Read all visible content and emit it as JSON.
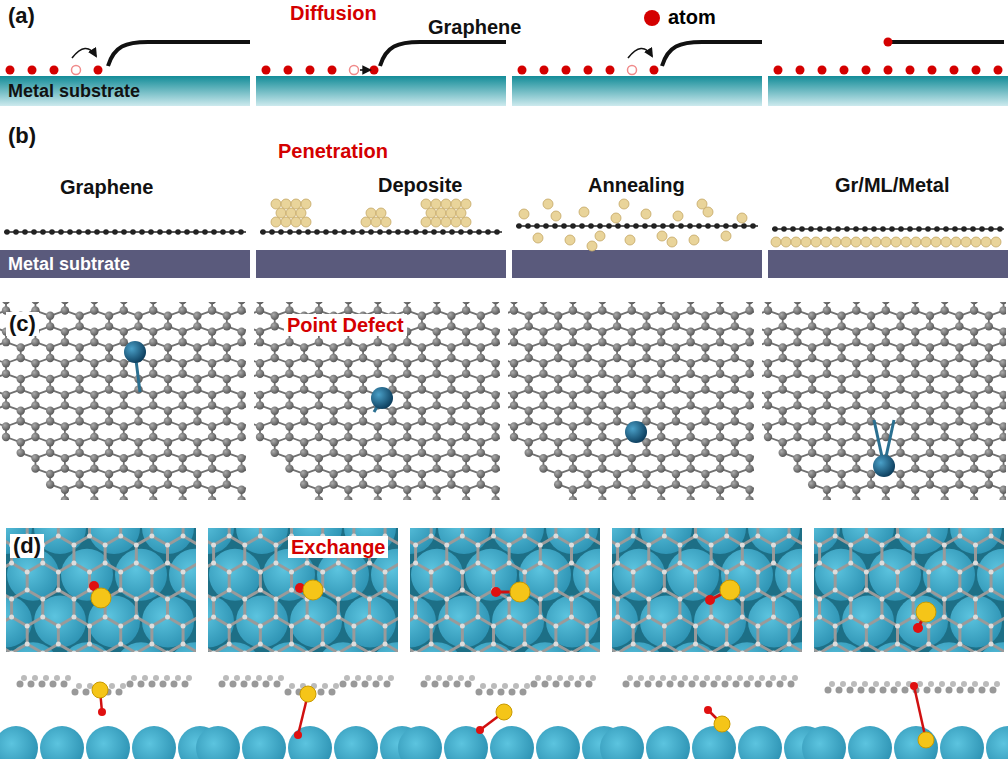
{
  "diagram": {
    "nodes": [
      {
        "text": [
          "Metal substrate"
        ]
      },
      {
        "text": [
          "Metal subtrate"
        ]
      }
    ],
    "labels": [
      "(a)",
      "Diffusion",
      "Graphene",
      "(b)",
      "Penetration",
      "Graphene",
      "Deposite",
      "Annealing",
      "Gr/ML/Metal",
      "(c)",
      "Point Defect",
      "(d)",
      "Exchange"
    ],
    "legend": [
      {
        "text": "atom",
        "color": "#d40000"
      }
    ]
  }
}
